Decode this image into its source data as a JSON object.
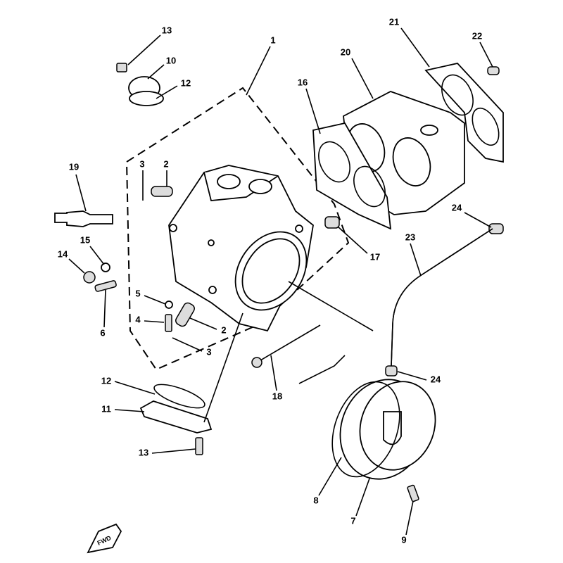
{
  "diagram": {
    "title": "Cylinder head / cylinder exploded parts diagram",
    "fwd_label": "FWD"
  },
  "callouts": {
    "c13a": "13",
    "c10": "10",
    "c12a": "12",
    "c1": "1",
    "c21": "21",
    "c22": "22",
    "c20": "20",
    "c16": "16",
    "c19": "19",
    "c3a": "3",
    "c2a": "2",
    "c24a": "24",
    "c15": "15",
    "c14": "14",
    "c17": "17",
    "c23": "23",
    "c5": "5",
    "c6": "6",
    "c4": "4",
    "c2b": "2",
    "c3b": "3",
    "c18": "18",
    "c12b": "12",
    "c24b": "24",
    "c11": "11",
    "c13b": "13",
    "c8": "8",
    "c7": "7",
    "c9": "9"
  }
}
